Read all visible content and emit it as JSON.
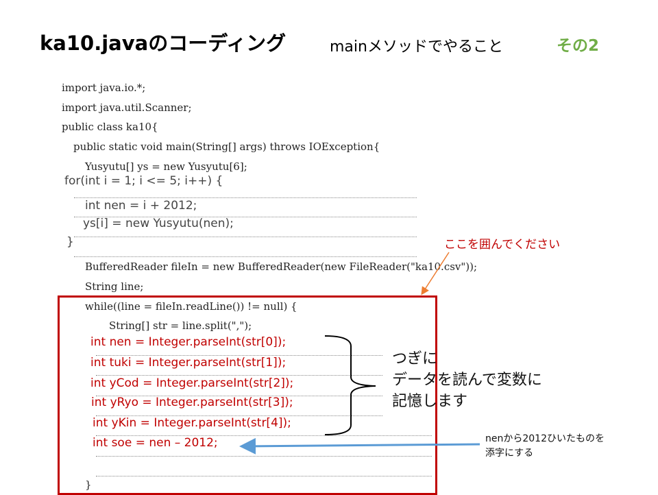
{
  "title": {
    "main": "ka10.javaのコーディング",
    "sub": "mainメソッドでやること",
    "part": "その2"
  },
  "code": {
    "line1": "import java.io.*;",
    "line2": "import java.util.Scanner;",
    "line3": "public class ka10{",
    "line4": "public static void main(String[] args) throws IOException{",
    "line5": "Yusyutu[] ys = new Yusyutu[6];",
    "for_line": "for(int i = 1; i <= 5; i++) {",
    "nen_line": "int nen = i + 2012;",
    "ys_line": "ys[i] = new Yusyutu(nen);",
    "close_brace": "}",
    "reader_line": "BufferedReader fileIn = new BufferedReader(new FileReader(\"ka10.csv\"));",
    "string_line": "String line;",
    "while_line": "while((line = fileIn.readLine()) != null) {",
    "split_line": "String[] str = line.split(\",\");",
    "parse_nen": "int nen = Integer.parseInt(str[0]);",
    "parse_tuki": "int tuki = Integer.parseInt(str[1]);",
    "parse_ycod": "int yCod = Integer.parseInt(str[2]);",
    "parse_yryo": "int yRyo = Integer.parseInt(str[3]);",
    "parse_ykin": "int yKin = Integer.parseInt(str[4]);",
    "soe_line": "int soe = nen – 2012;",
    "end_brace": "}"
  },
  "annotations": {
    "enclose_here": "ここを囲んでください",
    "read_line1": "つぎに",
    "read_line2": "データを読んで変数に",
    "read_line3": "記憶します",
    "subscript_line1": "nenから2012ひいたものを",
    "subscript_line2": "添字にする"
  },
  "colors": {
    "accent_green": "#70ad47",
    "emphasis_red": "#c00000",
    "arrow_orange": "#ed7d31",
    "arrow_blue": "#5b9bd5"
  }
}
